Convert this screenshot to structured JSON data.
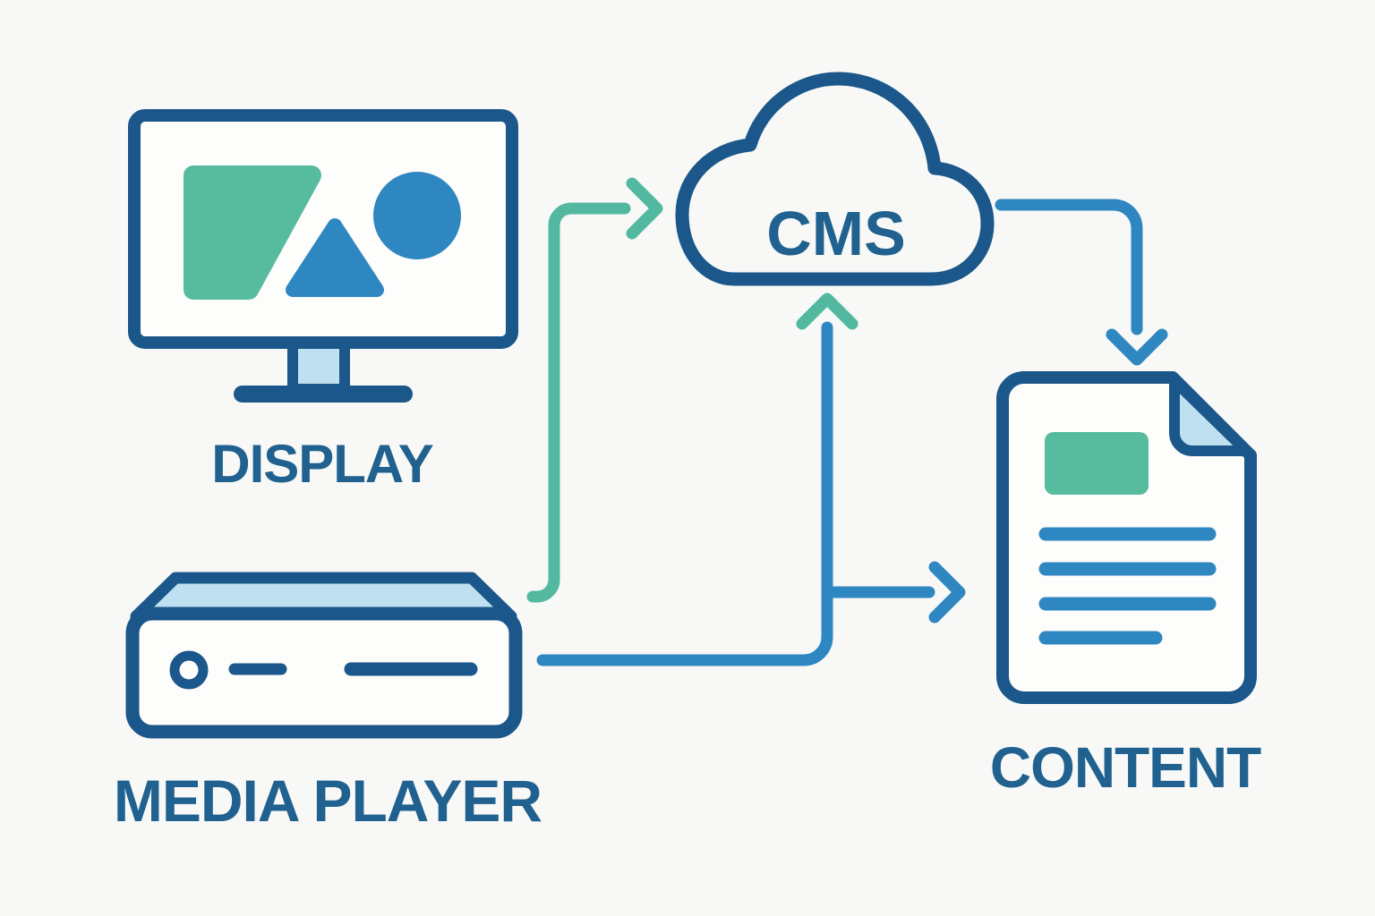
{
  "diagram": {
    "type": "flow-diagram",
    "nodes": {
      "display": {
        "label": "DISPLAY",
        "icon": "monitor-icon"
      },
      "media_player": {
        "label": "MEDIA PLAYER",
        "icon": "media-player-box-icon"
      },
      "cms": {
        "label": "CMS",
        "icon": "cloud-icon"
      },
      "content": {
        "label": "CONTENT",
        "icon": "document-icon"
      }
    },
    "connections": [
      {
        "from": "media_player",
        "to": "cms",
        "style": "elbow-up-right",
        "color": "teal"
      },
      {
        "from": "media_player",
        "to": "cms",
        "style": "elbow-right-up",
        "color": "blue",
        "arrowhead_color": "teal"
      },
      {
        "from": "media_player",
        "to": "content",
        "style": "elbow-right",
        "color": "blue"
      },
      {
        "from": "cms",
        "to": "content",
        "style": "elbow-right-down",
        "color": "blue"
      }
    ]
  },
  "colors": {
    "bg": "#f8f9f6",
    "paper": "#fdfdfb",
    "navy": "#1b578a",
    "label": "#20618f",
    "blue": "#2e87c1",
    "teal": "#52b9a0",
    "teal_fill": "#57bb9d",
    "lightblue": "#bfe0f1"
  }
}
